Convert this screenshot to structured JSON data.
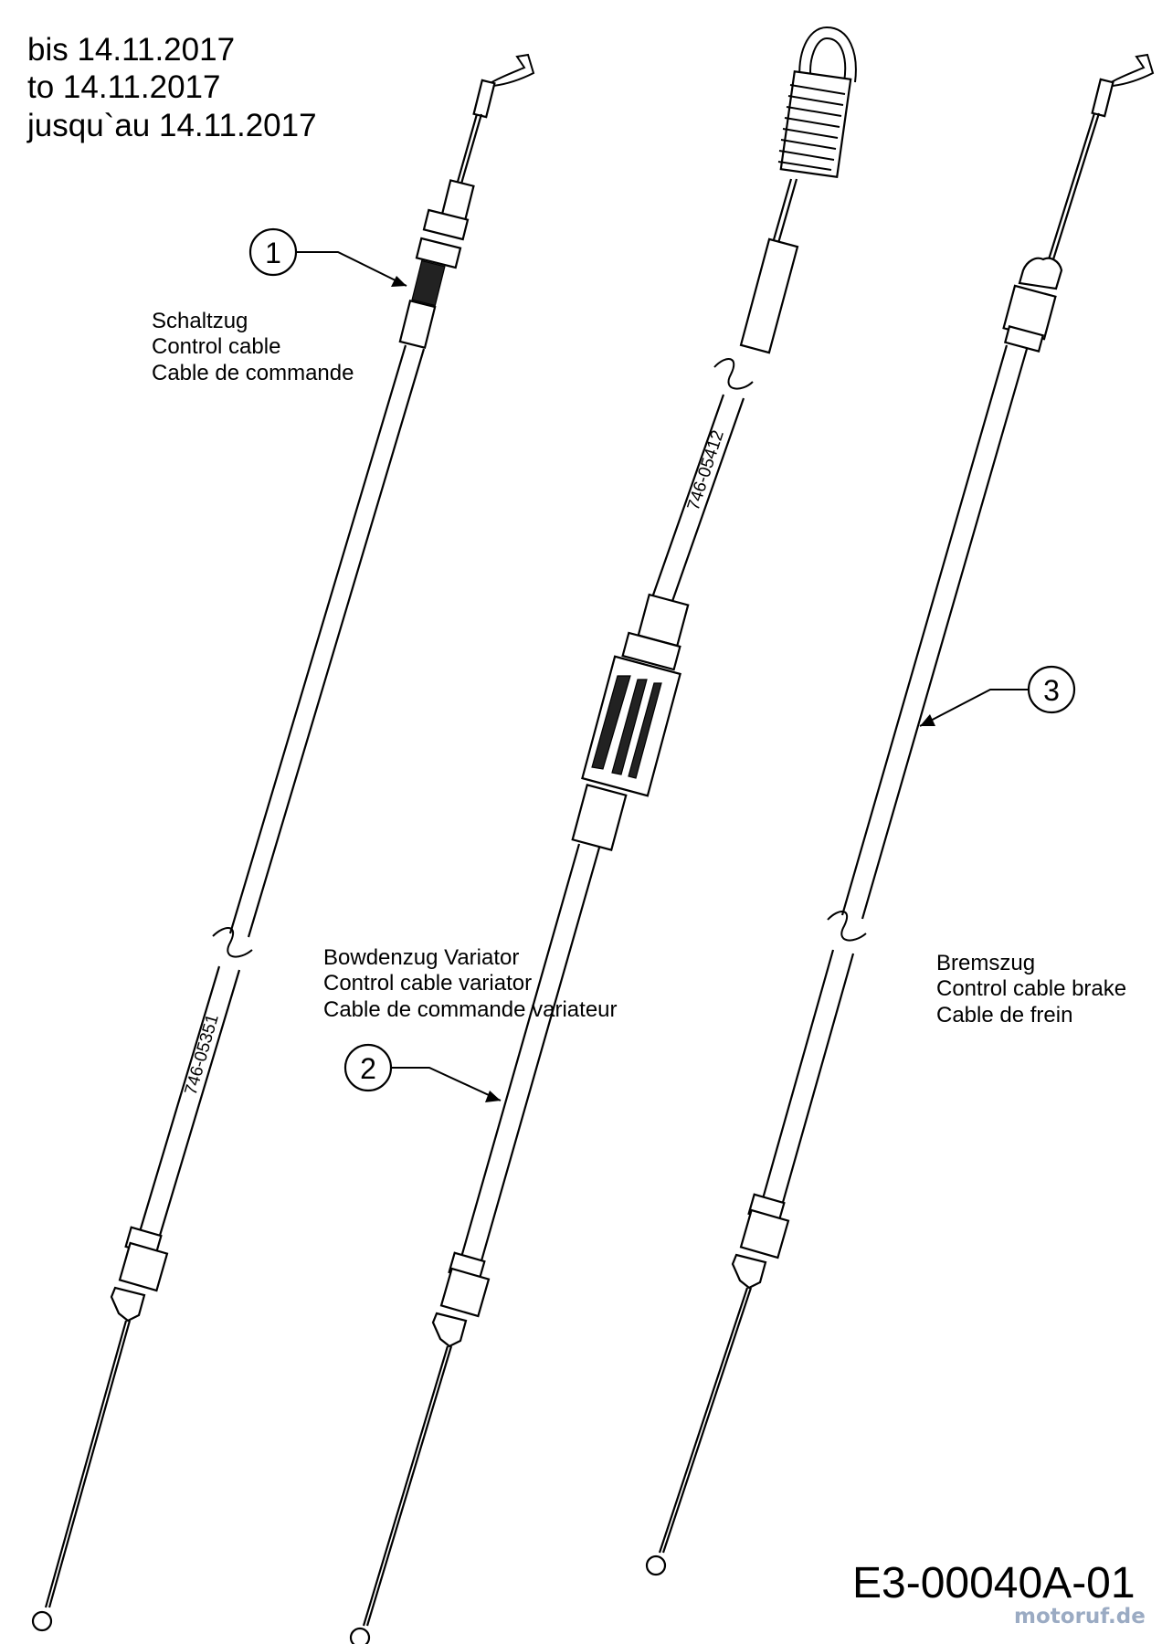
{
  "header": {
    "lines": [
      "bis 14.11.2017",
      "to 14.11.2017",
      "jusqu`au 14.11.2017"
    ]
  },
  "parts": [
    {
      "callout": "1",
      "part_number": "746-05351",
      "description": [
        "Schaltzug",
        "Control cable",
        "Cable de commande"
      ]
    },
    {
      "callout": "2",
      "part_number": "746-05412",
      "description": [
        "Bowdenzug Variator",
        "Control cable variator",
        "Cable de commande variateur"
      ]
    },
    {
      "callout": "3",
      "part_number": "",
      "description": [
        "Bremszug",
        "Control cable brake",
        "Cable de frein"
      ]
    }
  ],
  "drawing_code": "E3-00040A-01",
  "watermark": "motoruf.de"
}
